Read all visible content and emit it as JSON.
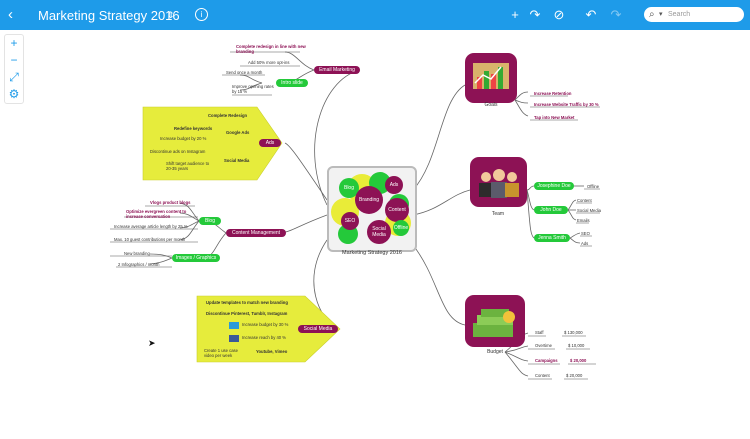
{
  "toolbar": {
    "back_icon": "chevron-left-icon",
    "title": "Marketing Strategy 2016",
    "title_dropdown": "⇕",
    "info": "i",
    "add": "+",
    "redo_arrow": "↷",
    "cancel": "⊘",
    "undo": "↶",
    "redo": "↷",
    "search_icon": "⌕",
    "search_dropdown": "▾",
    "search_placeholder": "Search",
    "color": "#1e9be9"
  },
  "left_tools": {
    "zoom_in": "+",
    "zoom_out": "−",
    "fit": "⤢",
    "settings": "⚙"
  },
  "map": {
    "center": {
      "title": "Marketing Strategy 2016",
      "bubbles": [
        "Blog",
        "Ads",
        "Branding",
        "Content",
        "SEO",
        "Social Media",
        "Offline"
      ]
    },
    "email": {
      "node": "Email Marketing",
      "items": [
        "Complete redesign in line with new branding",
        "Add 50% more opt-ins"
      ],
      "sub_node": "Intro slide",
      "sub_items": [
        "Send once a month",
        "Improve opening rates by 15 %"
      ]
    },
    "ads": {
      "node": "Ads",
      "top": "Complete Redesign",
      "google": "Google Ads",
      "google_items": [
        "Redefine keywords",
        "Increase budget by 20 %"
      ],
      "social": "Social Media",
      "social_items": [
        "Discontinue ads on Instagram",
        "Shift target audience to 20-35 years"
      ]
    },
    "content": {
      "node": "Content Management",
      "blog": "Blog",
      "blog_items": [
        "Vlogs product blogs",
        "Optimize evergreen content to increase conversation",
        "Increase average article length by 25 %",
        "Max. 10 guest contributions per month"
      ],
      "images": "Images / Graphics",
      "images_items": [
        "New branding",
        "2 Infographics / month"
      ]
    },
    "social": {
      "node": "Social Media",
      "items": [
        "Update templates to match new branding",
        "Discontinue Pinterest, Tumblr, Instagram",
        "Increase budget by 30 %",
        "Increase reach by 40 %"
      ],
      "youtube": "Youtube, Vimeo",
      "youtube_items": [
        "Create 1 use case video per week"
      ]
    },
    "goals": {
      "node": "Goals",
      "items": [
        "Increase Retention",
        "Increase Website Traffic by 30 %",
        "Tap into New Market"
      ]
    },
    "team": {
      "node": "Team",
      "groups": [
        {
          "label": "Josephine Doe",
          "items": [
            "Offline"
          ]
        },
        {
          "label": "John Doe",
          "items": [
            "Content",
            "Social Media",
            "Emails"
          ]
        },
        {
          "label": "Jenna Smith",
          "items": [
            "SEO",
            "Ads"
          ]
        }
      ]
    },
    "budget": {
      "node": "Budget",
      "rows": [
        {
          "label": "Staff",
          "value": "$ 130,000"
        },
        {
          "label": "Overtime",
          "value": "$ 10,000"
        },
        {
          "label": "Campaigns",
          "value": "$ 20,000"
        },
        {
          "label": "Content",
          "value": "$ 20,000"
        }
      ]
    }
  }
}
